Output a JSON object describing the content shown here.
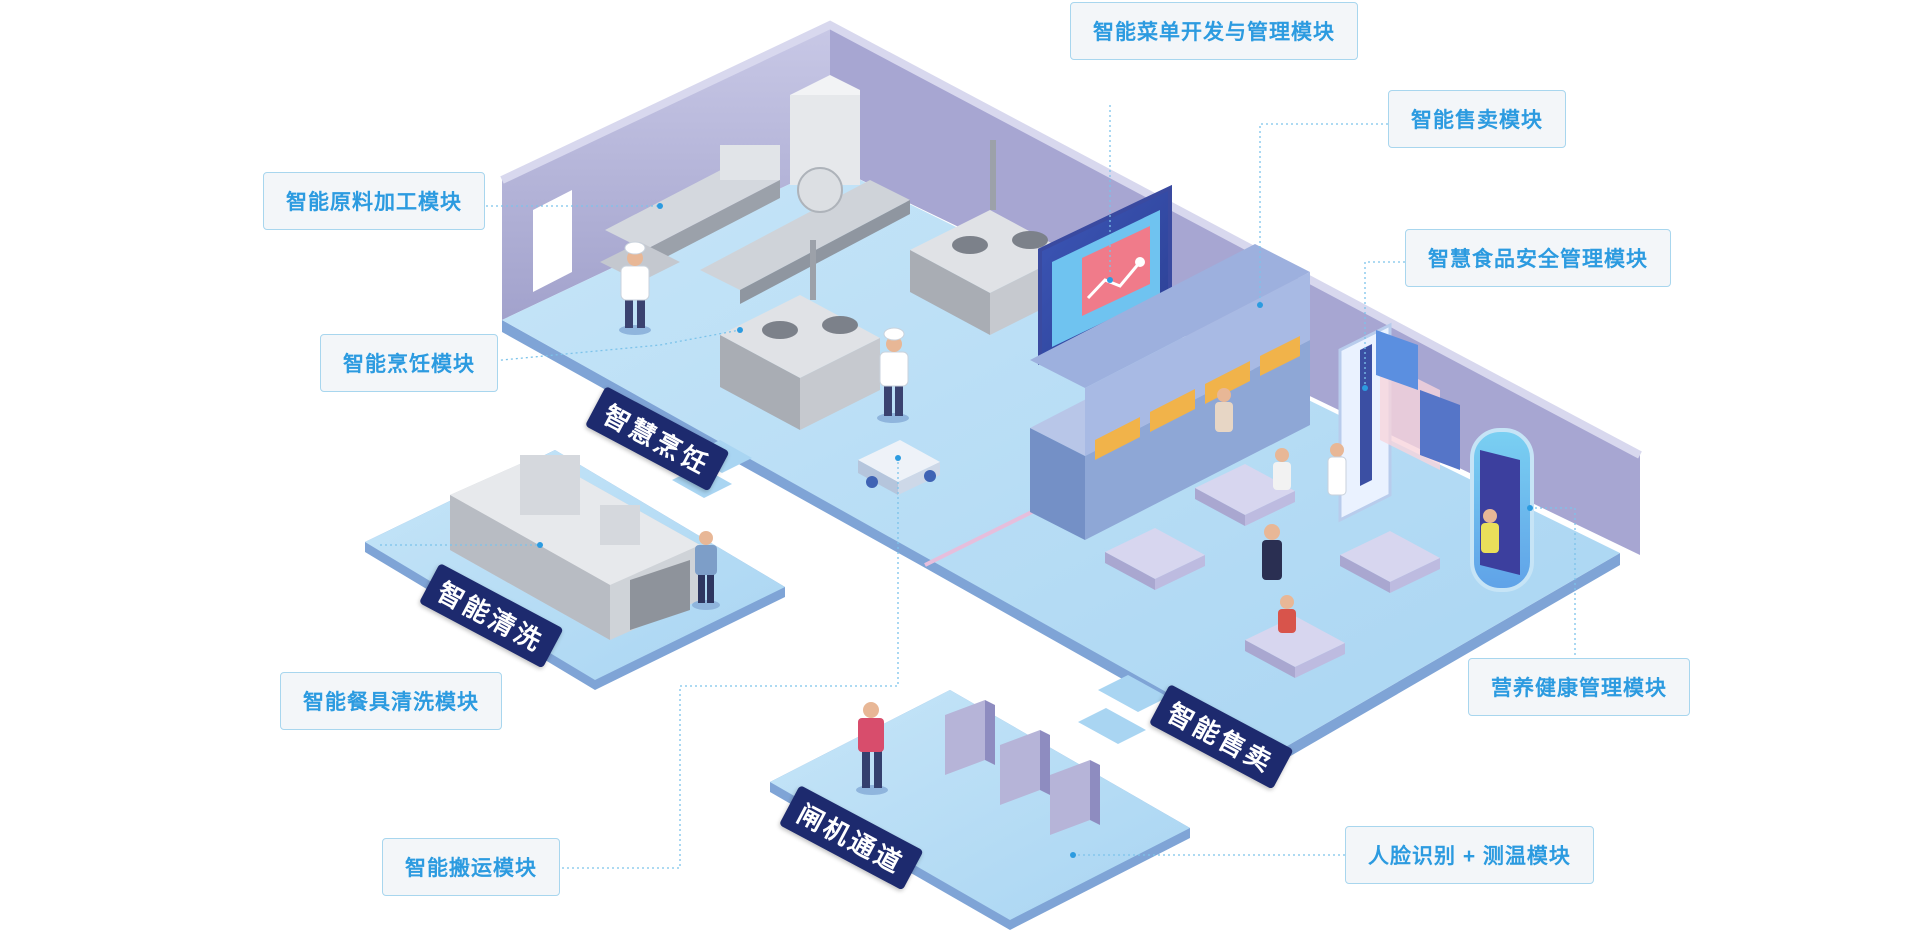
{
  "modules": {
    "menu": "智能菜单开发与管理模块",
    "sales": "智能售卖模块",
    "food_safety": "智慧食品安全管理模块",
    "raw_processing": "智能原料加工模块",
    "cooking": "智能烹饪模块",
    "tableware_wash": "智能餐具清洗模块",
    "transport": "智能搬运模块",
    "face_temp": "人脸识别 + 测温模块",
    "nutrition": "营养健康管理模块"
  },
  "zones": {
    "cooking": "智慧烹饪",
    "washing": "智能清洗",
    "sales": "智能售卖",
    "gate": "闸机通道"
  },
  "colors": {
    "label_text": "#2c9be0",
    "label_border": "#a8d6ee",
    "label_bg": "#f3f6f9",
    "floor": "#b6dcf4",
    "floor_edge": "#7fa4d6",
    "wall": "#a4a4cc",
    "zone_tag_bg": "#1d2a6e",
    "connector": "#7cc3ea"
  }
}
